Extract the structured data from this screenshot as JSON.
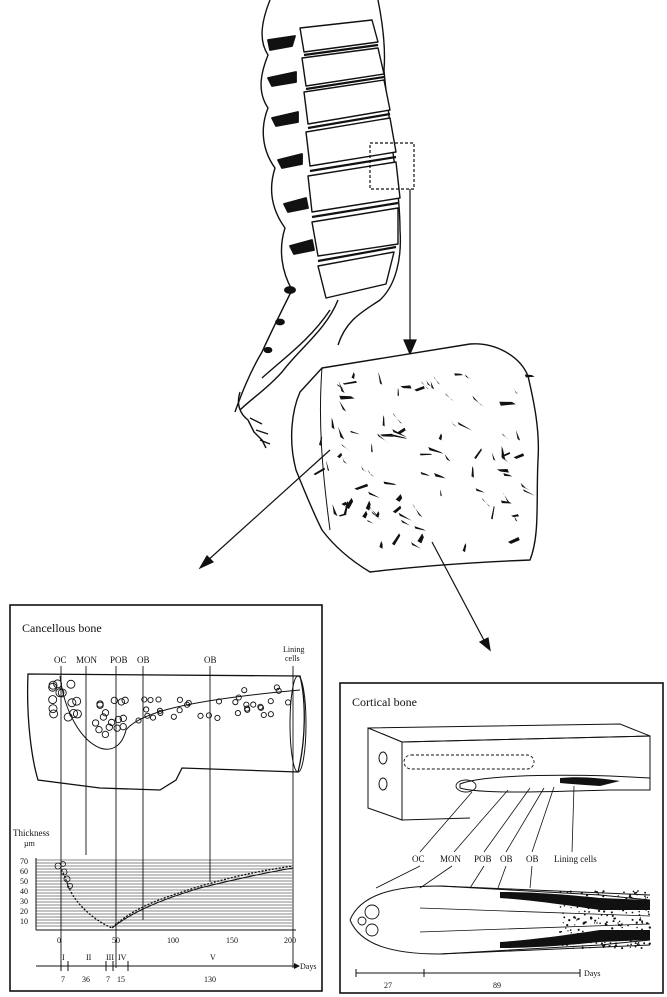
{
  "cancellous": {
    "title": "Cancellous bone",
    "top_labels": [
      "OC",
      "MON",
      "POB",
      "OB",
      "OB"
    ],
    "lining_label_1": "Lining",
    "lining_label_2": "cells",
    "y_axis_title": "Thickness",
    "y_axis_unit": "µm",
    "y_ticks": [
      "70",
      "60",
      "50",
      "40",
      "30",
      "20",
      "10"
    ],
    "x_ticks": [
      "0",
      "50",
      "100",
      "150",
      "200"
    ],
    "x_unit": "Days",
    "phases": [
      "I",
      "II",
      "III",
      "IV",
      "V"
    ],
    "phase_durations": [
      "7",
      "36",
      "7",
      "15",
      "130"
    ]
  },
  "cortical": {
    "title": "Cortical bone",
    "labels": [
      "OC",
      "MON",
      "POB",
      "OB",
      "OB"
    ],
    "lining_label": "Lining cells",
    "durations": [
      "27",
      "89"
    ],
    "x_unit": "Days"
  }
}
